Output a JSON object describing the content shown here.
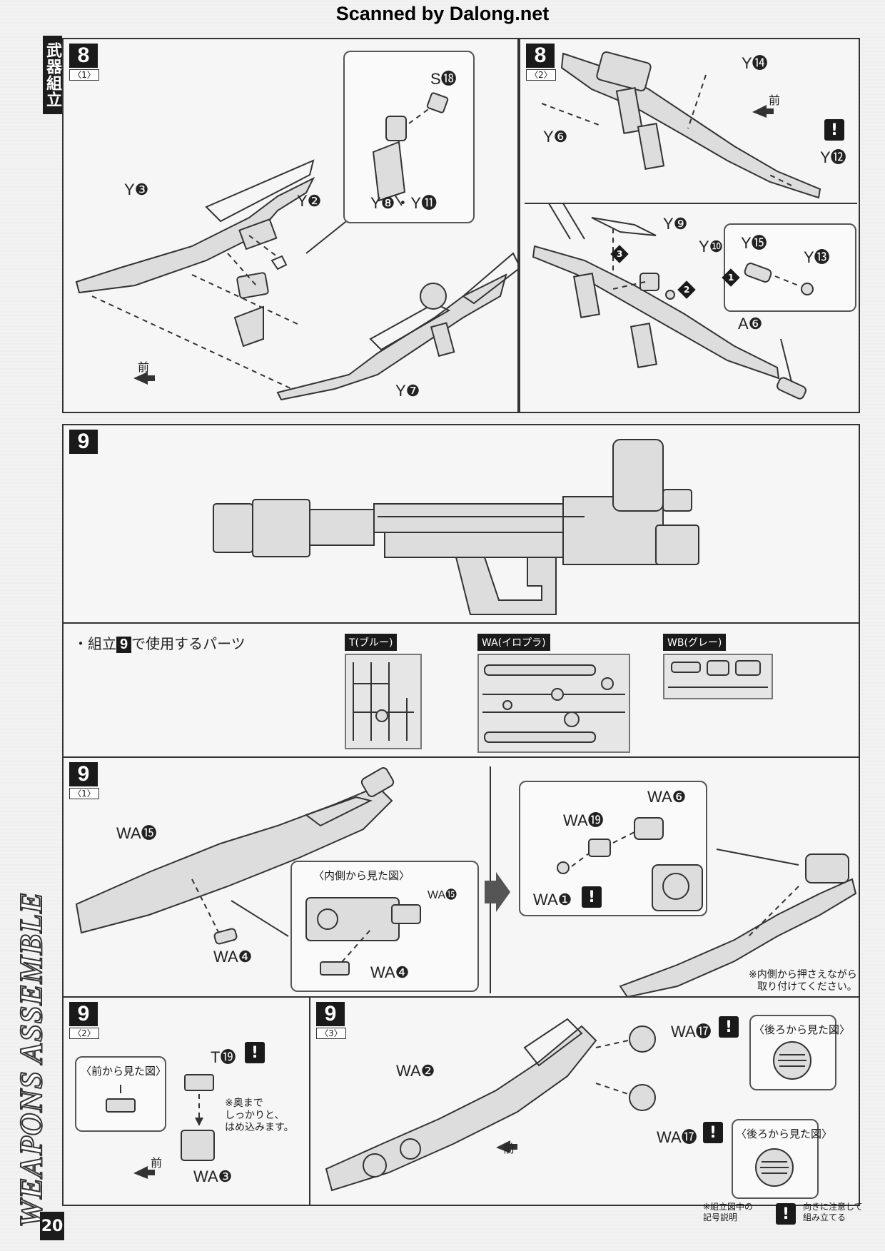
{
  "header": {
    "credit": "Scanned by Dalong.net"
  },
  "sidebar": {
    "section_label": "武器組立",
    "vertical_title": "WEAPONS ASSEMBLE",
    "page_number": "20"
  },
  "step8_1": {
    "step": "8",
    "sub": "〈1〉",
    "labels": {
      "y3": "Y❸",
      "y2": "Y❷",
      "y7": "Y❼",
      "s18": "S⓲",
      "y8_11": "Y❽・Y⓫",
      "front": "前"
    }
  },
  "step8_2": {
    "step": "8",
    "sub": "〈2〉",
    "labels": {
      "y14": "Y⓮",
      "y6": "Y❻",
      "y12": "Y⓬",
      "front": "前",
      "y9": "Y❾",
      "y10": "Y❿",
      "y15": "Y⓯",
      "y13": "Y⓭",
      "a6": "A❻",
      "order1": "1",
      "order2": "2",
      "order3": "3"
    }
  },
  "step9": {
    "step": "9"
  },
  "parts": {
    "prefix": "・組立",
    "step": "9",
    "suffix": "で使用するパーツ",
    "runners": [
      {
        "name": "T(ブルー)"
      },
      {
        "name": "WA(イロプラ)"
      },
      {
        "name": "WB(グレー)"
      }
    ]
  },
  "step9_1": {
    "step": "9",
    "sub": "〈1〉",
    "labels": {
      "wa15": "WA⓯",
      "wa4": "WA❹",
      "inner_view_title": "〈内側から見た図〉",
      "inner_wa15": "WA⓯",
      "inner_wa4": "WA❹",
      "wa6": "WA❻",
      "wa19": "WA⓳",
      "wa1": "WA❶"
    },
    "note": [
      "※内側から押さえながら",
      "取り付けてください。"
    ]
  },
  "step9_2": {
    "step": "9",
    "sub": "〈2〉",
    "labels": {
      "front_view": "〈前から見た図〉",
      "t19": "T⓳",
      "wa3": "WA❸",
      "front": "前"
    },
    "note": [
      "※奥まで",
      "しっかりと、",
      "はめ込みます。"
    ]
  },
  "step9_3": {
    "step": "9",
    "sub": "〈3〉",
    "labels": {
      "wa2": "WA❷",
      "wa17_top": "WA⓱",
      "wa17_bottom": "WA⓱",
      "front": "前",
      "rear_view_top": "〈後ろから見た図〉",
      "rear_view_bottom": "〈後ろから見た図〉"
    }
  },
  "legend": {
    "left": [
      "※組立図中の",
      "記号説明"
    ],
    "right": [
      "向きに注意して",
      "組み立てる"
    ]
  }
}
